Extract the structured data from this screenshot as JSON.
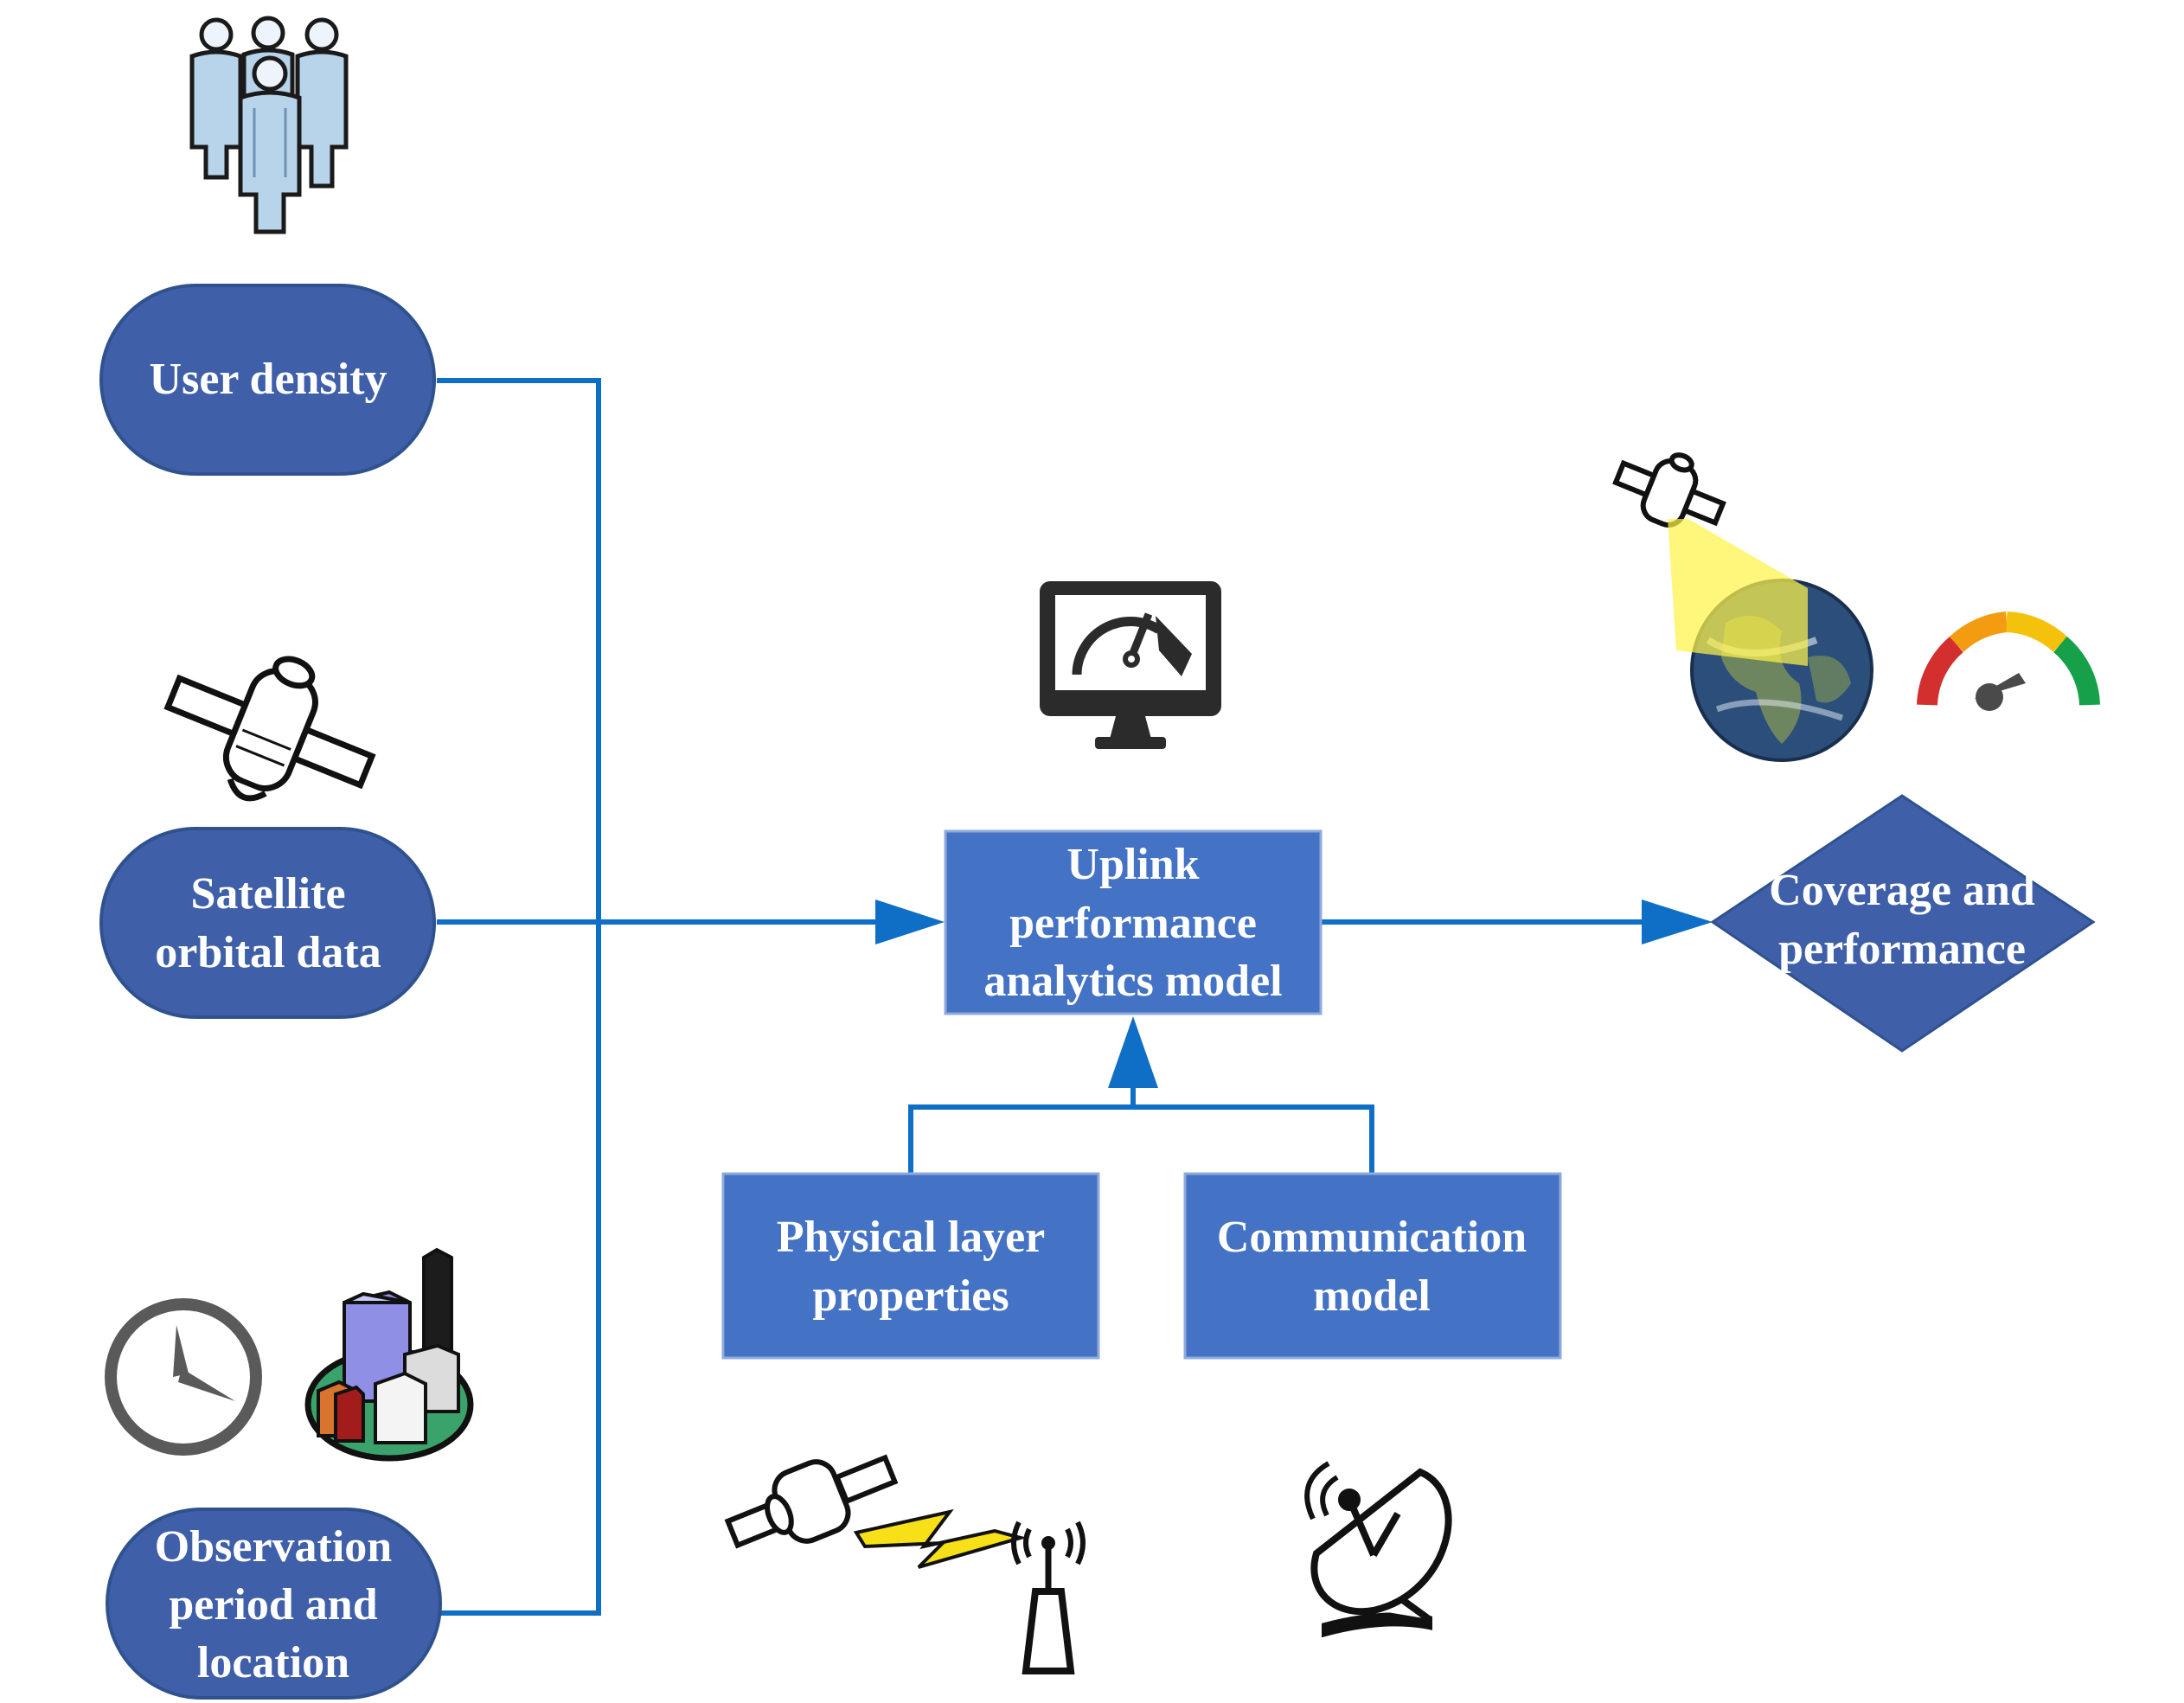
{
  "colors": {
    "node_fill": "#4472c4",
    "terminal_fill": "#3f5fa8",
    "node_stroke": "#2f528f",
    "connector": "#0f6fc6",
    "text": "#ffffff"
  },
  "nodes": {
    "user_density": "User density",
    "satellite_orbital": [
      "Satellite",
      "orbital data"
    ],
    "observation": [
      "Observation",
      "period and",
      "location"
    ],
    "uplink_model": [
      "Uplink",
      "performance",
      "analytics model"
    ],
    "physical_layer": [
      "Physical layer",
      "properties"
    ],
    "communication": [
      "Communication",
      "model"
    ],
    "coverage": [
      "Coverage and",
      "performance"
    ]
  },
  "icons": {
    "users": "users-group-icon",
    "satellite": "satellite-icon",
    "clock": "clock-icon",
    "city": "city-buildings-icon",
    "monitor": "monitor-dashboard-icon",
    "satellite_link": "satellite-link-icon",
    "dish": "satellite-dish-icon",
    "earth": "earth-coverage-icon",
    "gauge": "performance-gauge-icon"
  }
}
